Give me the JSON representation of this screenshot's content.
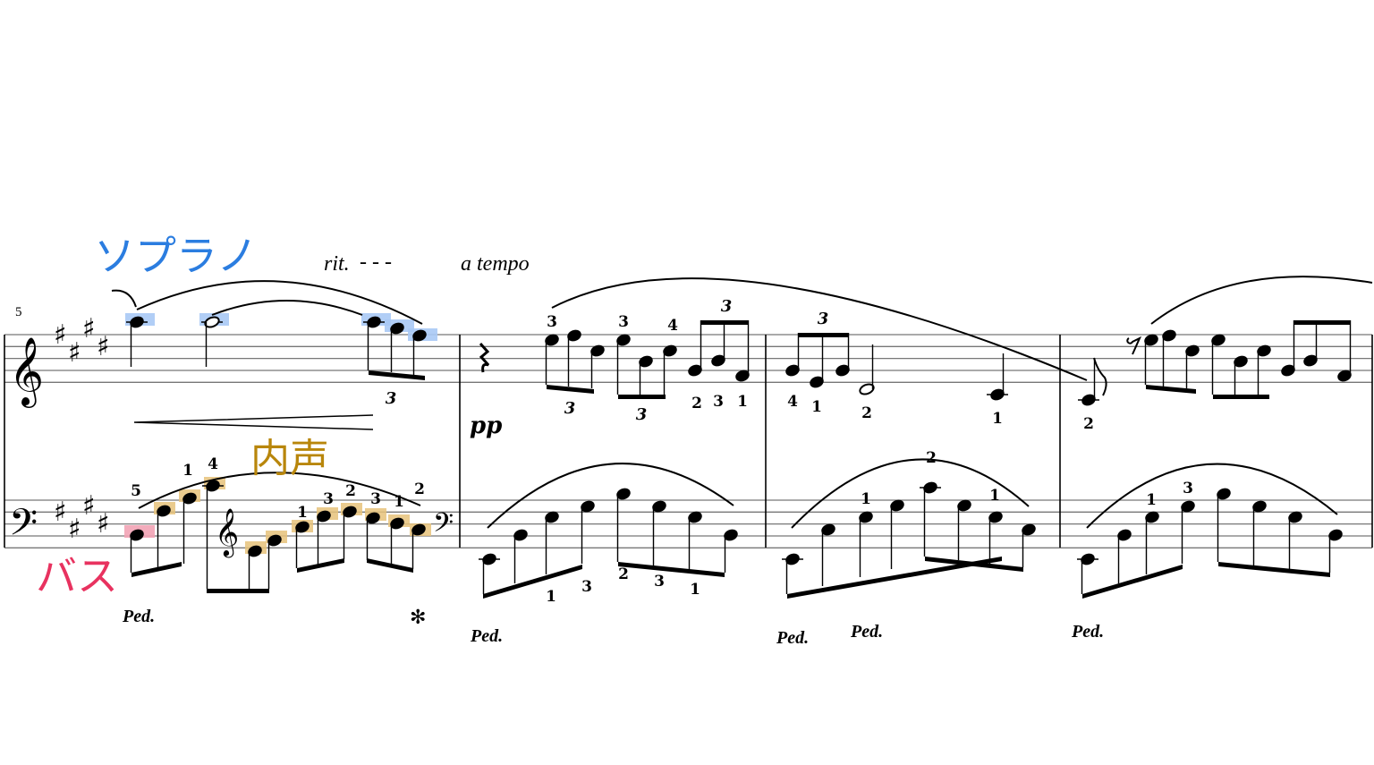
{
  "score": {
    "measure_number": "5",
    "annotations": {
      "soprano": {
        "text": "ソプラノ",
        "color": "#2b7de0"
      },
      "inner_voice": {
        "text": "内声",
        "color": "#b8860b"
      },
      "bass": {
        "text": "バス",
        "color": "#e8325f"
      }
    },
    "highlight_colors": {
      "soprano": "#a9c9f5",
      "inner_voice": "#e6c27a",
      "bass": "#f2a3b5"
    },
    "tempo_marks": {
      "ritardando": "rit.",
      "rit_dashes": "-  -  -",
      "a_tempo": "a tempo"
    },
    "dynamics": {
      "pianissimo": "pp"
    },
    "pedal": {
      "ped": "Ped.",
      "release": "✻"
    },
    "fingerings": {
      "m1_bass": [
        "5",
        "1",
        "4",
        "1",
        "3",
        "2",
        "3",
        "1",
        "2"
      ],
      "m1_treble_triplet": [
        "3"
      ],
      "m2_treble": [
        "3",
        "3",
        "4",
        "2",
        "3",
        "1"
      ],
      "m2_triplets": [
        "3",
        "3",
        "3"
      ],
      "m2_bass": [
        "1",
        "3",
        "2",
        "3",
        "1"
      ],
      "m3_treble": [
        "4",
        "1",
        "2",
        "1"
      ],
      "m3_triplets": [
        "3"
      ],
      "m3_bass": [
        "1",
        "2",
        "1"
      ],
      "m4_treble": [
        "2"
      ],
      "m4_bass": [
        "1",
        "3"
      ]
    }
  }
}
